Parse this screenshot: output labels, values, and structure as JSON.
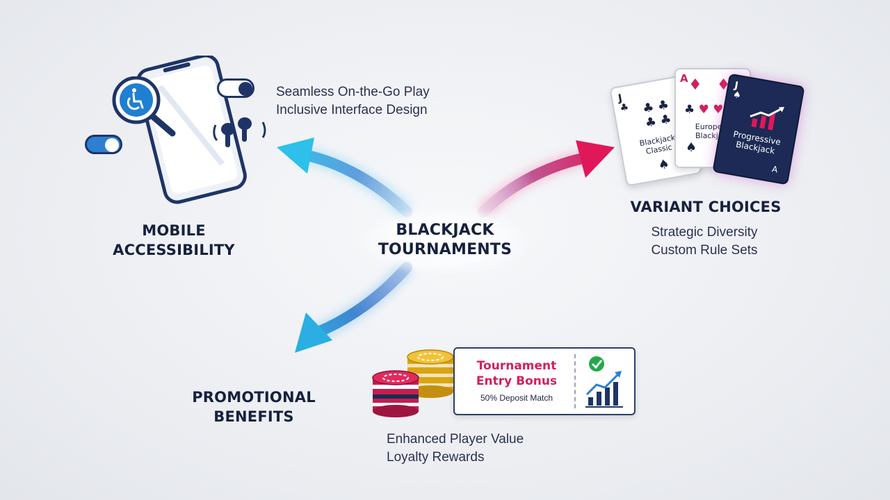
{
  "center": {
    "title": [
      "BLACKJACK",
      "TOURNAMENTS"
    ]
  },
  "mobile": {
    "heading": [
      "MOBILE",
      "ACCESSIBILITY"
    ],
    "points": [
      "Seamless On-the-Go Play",
      "Inclusive Interface Design"
    ],
    "icons": [
      "phone-icon",
      "accessibility-icon",
      "magnifier-icon",
      "toggle-icon",
      "earbuds-icon"
    ]
  },
  "variants": {
    "heading": "VARIANT CHOICES",
    "points": [
      "Strategic Diversity",
      "Custom Rule Sets"
    ],
    "cards": [
      {
        "rank": "J",
        "suit": "♣",
        "label": [
          "Blackjack",
          "Classic"
        ]
      },
      {
        "rank": "A",
        "suit": "♦",
        "label": [
          "European",
          "Blackjack"
        ]
      },
      {
        "rank": "J",
        "suit": "♠",
        "label": [
          "Progressive",
          "Blackjack"
        ],
        "corner": "A"
      }
    ]
  },
  "promo": {
    "heading": [
      "PROMOTIONAL",
      "BENEFITS"
    ],
    "points": [
      "Enhanced Player Value",
      "Loyalty Rewards"
    ],
    "ticket": {
      "title": [
        "Tournament",
        "Entry Bonus"
      ],
      "subtitle": "50% Deposit Match"
    }
  },
  "colors": {
    "navy": "#16213e",
    "cyan": "#2bb7e6",
    "blue": "#4a7fc8",
    "crimson": "#d21f5a",
    "gold": "#e8b21c",
    "green": "#22a84a"
  }
}
